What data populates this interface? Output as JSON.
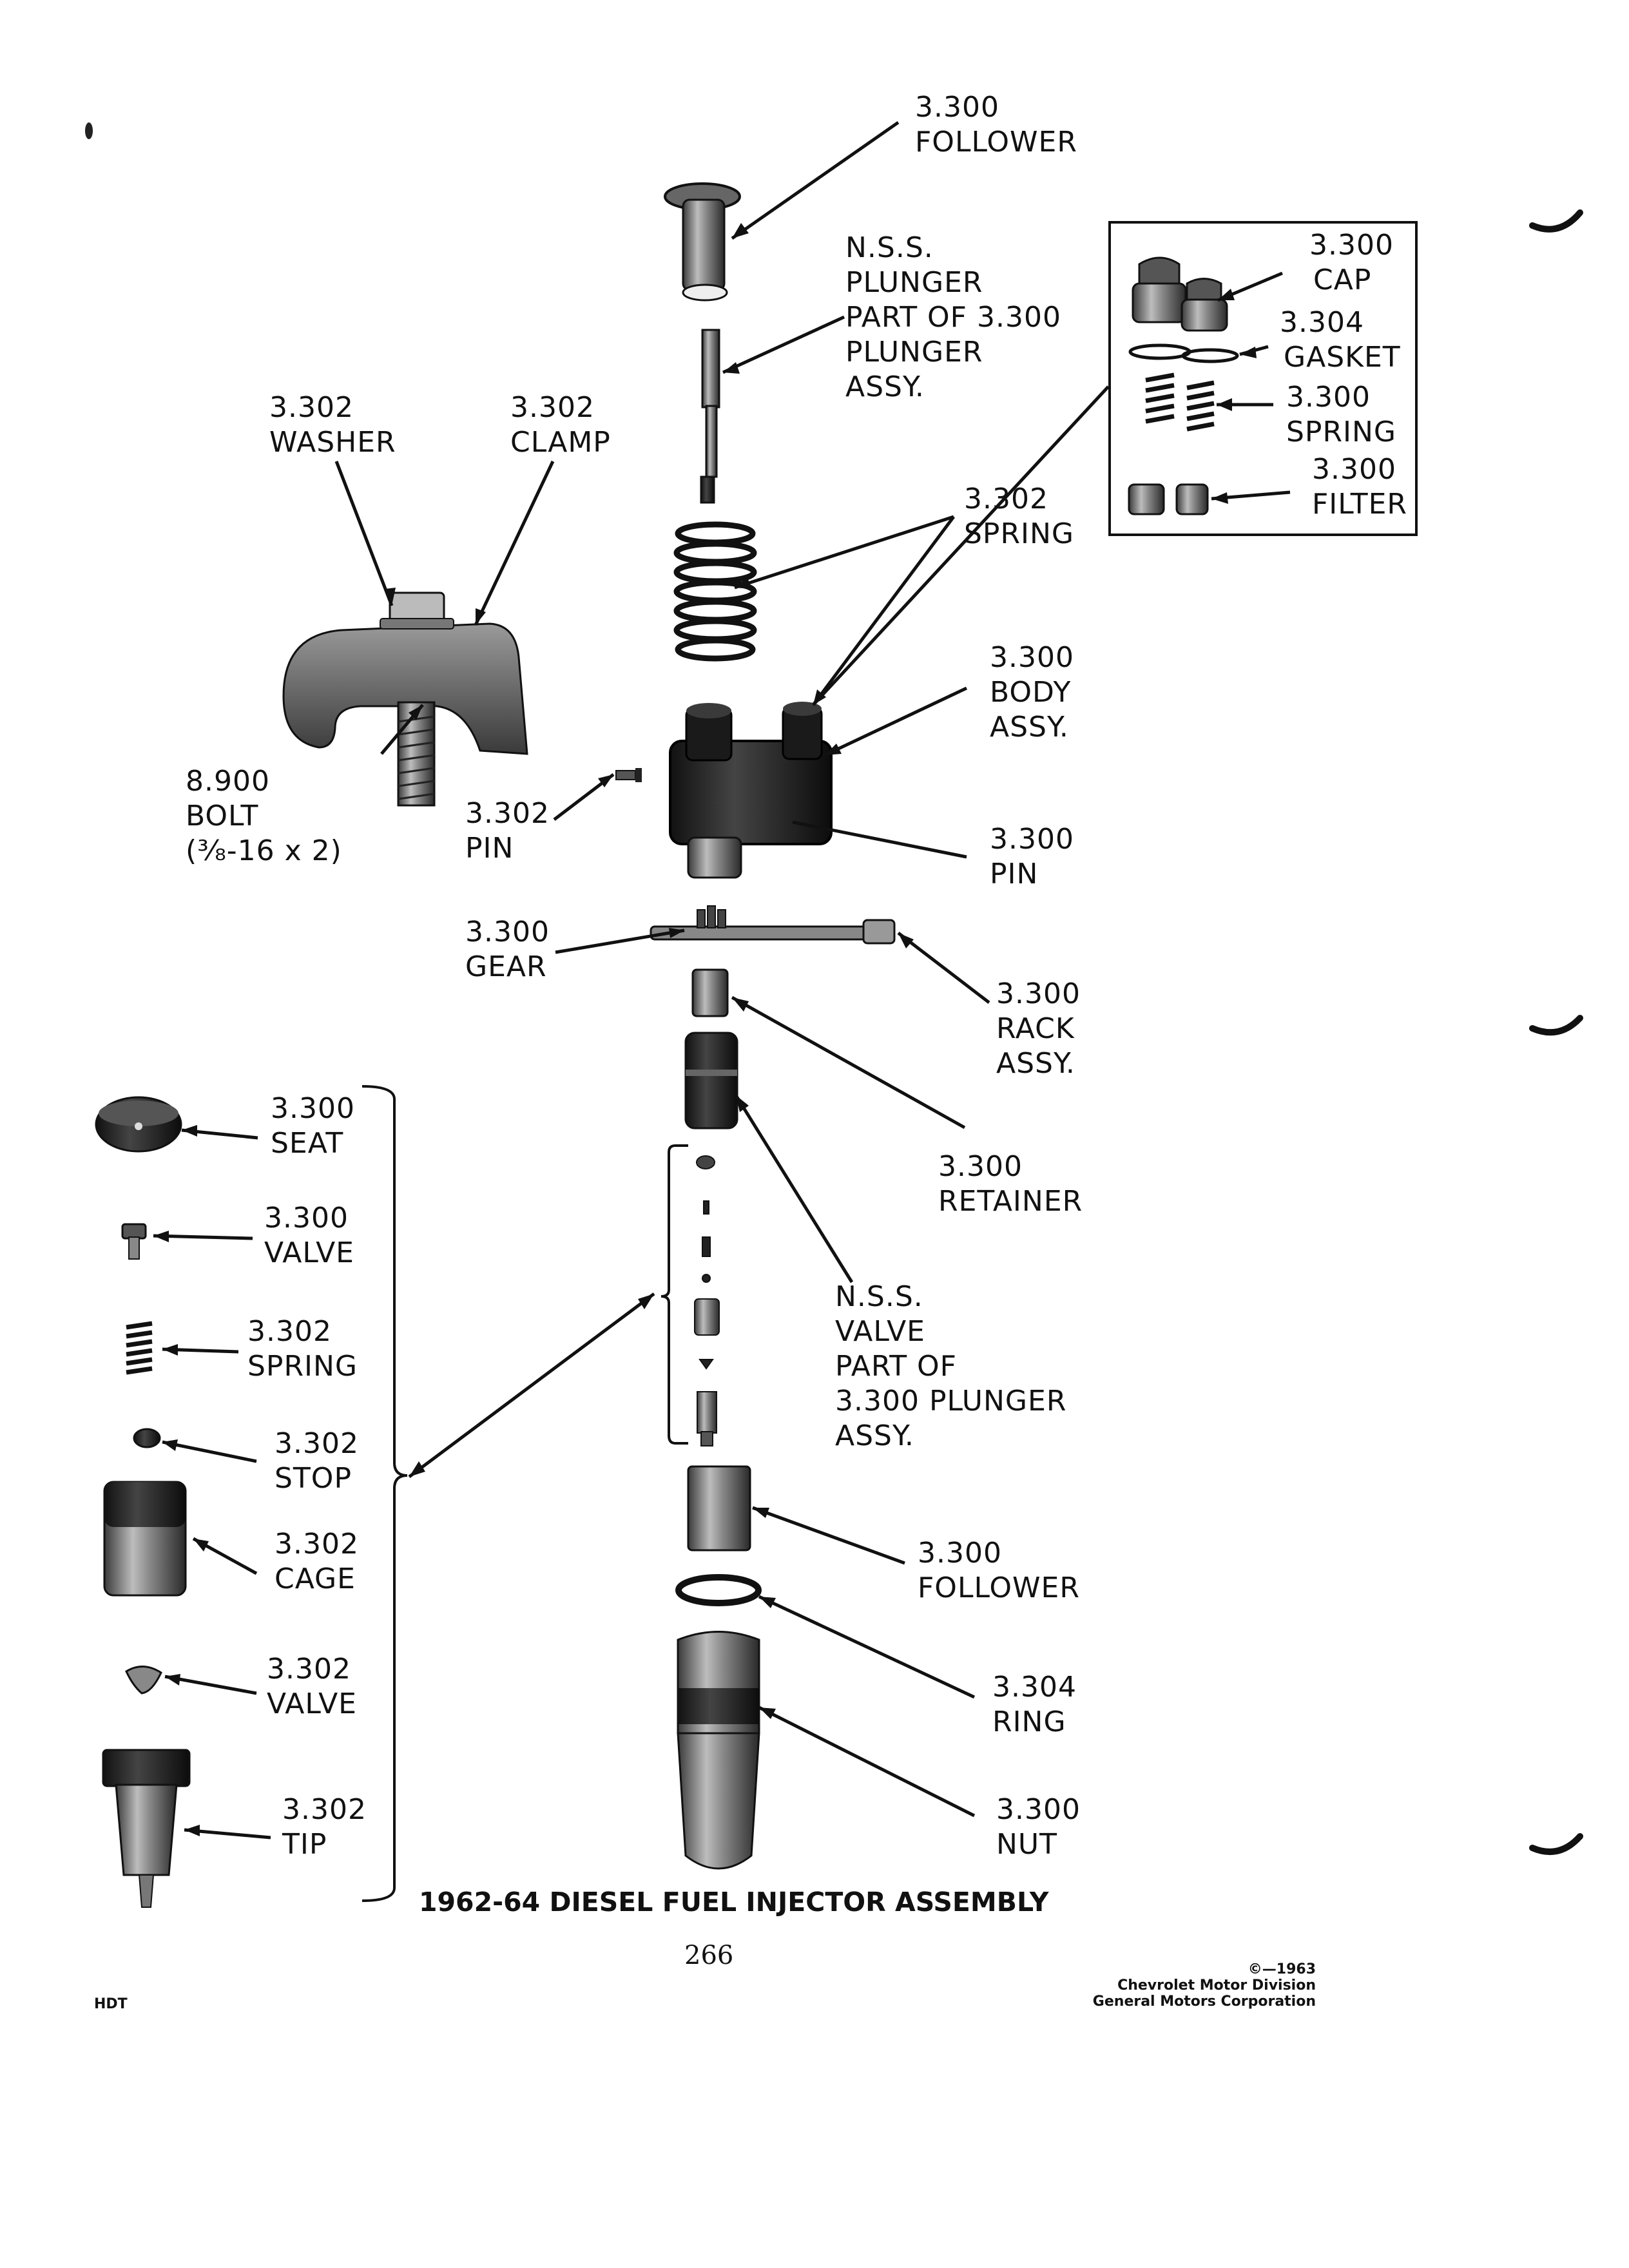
{
  "labels": {
    "top_follower": {
      "number": "3.300",
      "name": "FOLLOWER"
    },
    "plunger": {
      "lines": [
        "N.S.S.",
        "PLUNGER",
        "PART OF 3.300",
        "PLUNGER",
        "ASSY."
      ]
    },
    "washer": {
      "number": "3.302",
      "name": "WASHER"
    },
    "clamp": {
      "number": "3.302",
      "name": "CLAMP"
    },
    "main_spring": {
      "number": "3.302",
      "name": "SPRING"
    },
    "body": {
      "number": "3.300",
      "lines": [
        "BODY",
        "ASSY."
      ]
    },
    "bolt": {
      "number": "8.900",
      "name": "BOLT",
      "size": "(³⁄₈-16 x 2)"
    },
    "small_pin": {
      "number": "3.302",
      "name": "PIN"
    },
    "body_pin": {
      "number": "3.300",
      "name": "PIN"
    },
    "gear": {
      "number": "3.300",
      "name": "GEAR"
    },
    "rack": {
      "number": "3.300",
      "lines": [
        "RACK",
        "ASSY."
      ]
    },
    "retainer": {
      "number": "3.300",
      "name": "RETAINER"
    },
    "valve_group": {
      "lines": [
        "N.S.S.",
        "VALVE",
        "PART OF",
        "3.300 PLUNGER",
        "ASSY."
      ]
    },
    "bottom_follower": {
      "number": "3.300",
      "name": "FOLLOWER"
    },
    "ring": {
      "number": "3.304",
      "name": "RING"
    },
    "nut": {
      "number": "3.300",
      "name": "NUT"
    }
  },
  "inset": {
    "cap": {
      "number": "3.300",
      "name": "CAP"
    },
    "gasket": {
      "number": "3.304",
      "name": "GASKET"
    },
    "spring": {
      "number": "3.300",
      "name": "SPRING"
    },
    "filter": {
      "number": "3.300",
      "name": "FILTER"
    }
  },
  "detail_parts": [
    {
      "number": "3.300",
      "name": "SEAT"
    },
    {
      "number": "3.300",
      "name": "VALVE"
    },
    {
      "number": "3.302",
      "name": "SPRING"
    },
    {
      "number": "3.302",
      "name": "STOP"
    },
    {
      "number": "3.302",
      "name": "CAGE"
    },
    {
      "number": "3.302",
      "name": "VALVE"
    },
    {
      "number": "3.302",
      "name": "TIP"
    }
  ],
  "caption": "1962-64 DIESEL FUEL INJECTOR ASSEMBLY",
  "page_number": "266",
  "footer_left": "HDT",
  "footer_right": [
    "©—1963",
    "Chevrolet Motor Division",
    "General Motors Corporation"
  ]
}
